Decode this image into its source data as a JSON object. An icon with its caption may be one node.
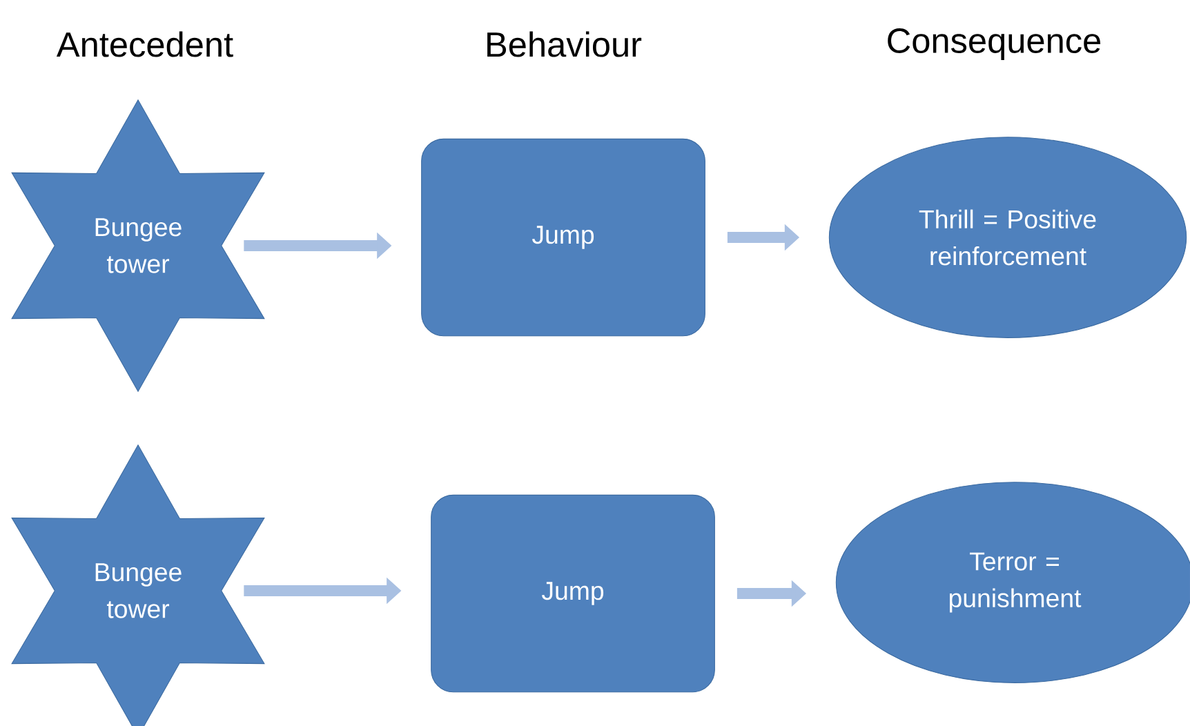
{
  "diagram": {
    "nodes": [
      {
        "text": [
          "Bungee tower"
        ]
      },
      {
        "text": [
          "Jump"
        ]
      },
      {
        "text": [
          "Thrill = Positive reinforcement"
        ]
      },
      {
        "text": [
          "Bungee tower"
        ]
      },
      {
        "text": [
          "Jump"
        ]
      },
      {
        "text": [
          "Terror = punishment"
        ]
      }
    ],
    "edges": [
      {
        "from": 0,
        "to": 1,
        "arrow": "to"
      },
      {
        "from": 1,
        "to": 2,
        "arrow": "to"
      },
      {
        "from": 3,
        "to": 4,
        "arrow": "to"
      },
      {
        "from": 4,
        "to": 5,
        "arrow": "to"
      }
    ],
    "labels": [
      "Antecedent",
      "Behaviour",
      "Consequence"
    ]
  }
}
